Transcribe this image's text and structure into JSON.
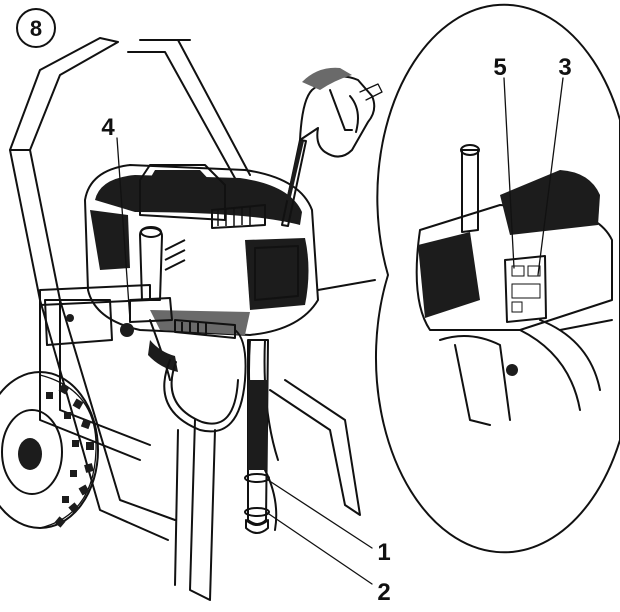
{
  "figure": {
    "step_number": "8"
  },
  "callouts": [
    {
      "id": "1",
      "label": "1"
    },
    {
      "id": "2",
      "label": "2"
    },
    {
      "id": "3",
      "label": "3"
    },
    {
      "id": "4",
      "label": "4"
    },
    {
      "id": "5",
      "label": "5"
    }
  ],
  "colors": {
    "ink": "#111111",
    "background": "#ffffff",
    "shade_dark": "#1c1c1c",
    "shade_mid": "#6a6a6a"
  }
}
